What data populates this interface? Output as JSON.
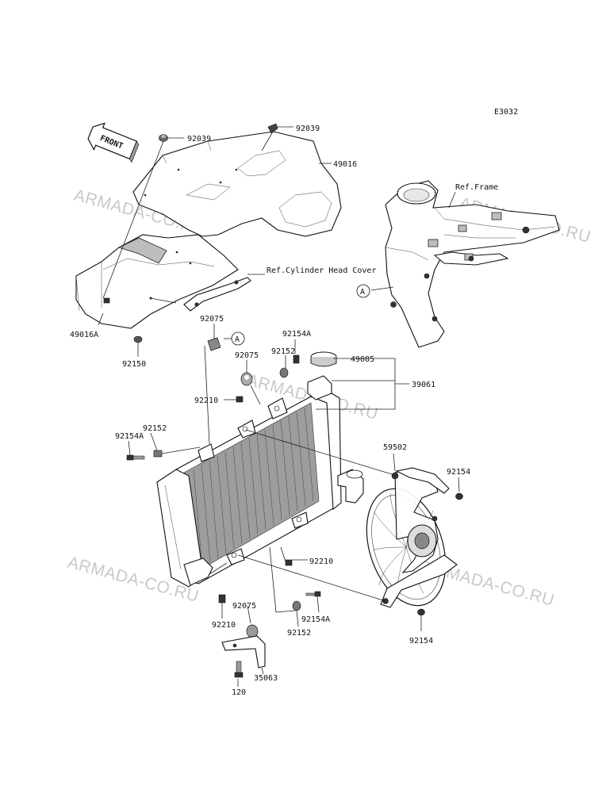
{
  "diagram_code": "E3032",
  "front_label": "FRONT",
  "watermark": "ARMADA-CO.RU",
  "refs": {
    "frame": "Ref.Frame",
    "cylinder_head_cover": "Ref.Cylinder Head Cover"
  },
  "callout_marker": "A",
  "parts": {
    "p92039_left": "92039",
    "p92039_right": "92039",
    "p49016": "49016",
    "p49016A": "49016A",
    "p92150": "92150",
    "p92075_top": "92075",
    "p92075_mid": "92075",
    "p92075_bottom": "92075",
    "p92154A_top": "92154A",
    "p92152_top": "92152",
    "p49085": "49085",
    "p39061": "39061",
    "p92210_top": "92210",
    "p92210_right": "92210",
    "p92210_bottom": "92210",
    "p92152_left": "92152",
    "p92154A_left": "92154A",
    "p59502": "59502",
    "p92154_right": "92154",
    "p92154_bottom": "92154",
    "p92152_bottom": "92152",
    "p92154A_bottom": "92154A",
    "p35063": "35063",
    "p120": "120"
  }
}
